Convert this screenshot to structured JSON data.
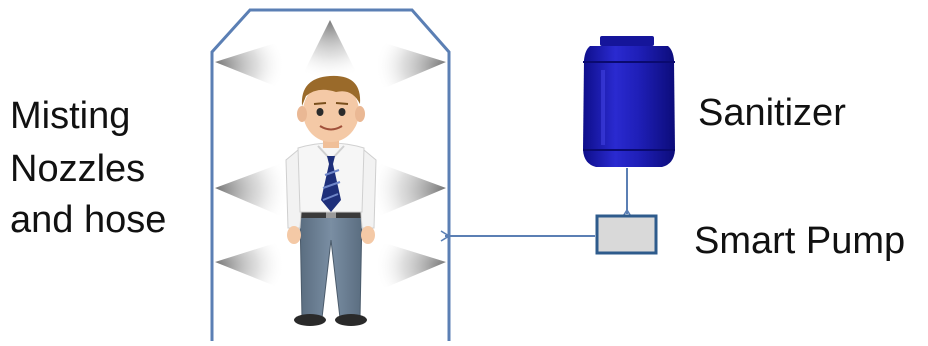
{
  "labels": {
    "misting_lines": [
      "Misting",
      "Nozzles",
      "and hose"
    ],
    "sanitizer": "Sanitizer",
    "smart_pump": "Smart Pump"
  },
  "colors": {
    "booth_outline": "#5b7fb4",
    "arrow": "#5b7fb4",
    "pump_fill": "#d9d9d9",
    "pump_border": "#2e5b8c",
    "drum_blue": "#1f1fb0",
    "spray_gray": "#9a9a9a",
    "shirt": "#f2f2f2",
    "tie": "#1e2f7a",
    "pants": "#6b7f93",
    "hair": "#9a6a2a",
    "skin": "#f4c9a6"
  },
  "icons": {
    "person": "businessman-icon",
    "drum": "sanitizer-drum-icon",
    "pump": "pump-box-icon"
  }
}
